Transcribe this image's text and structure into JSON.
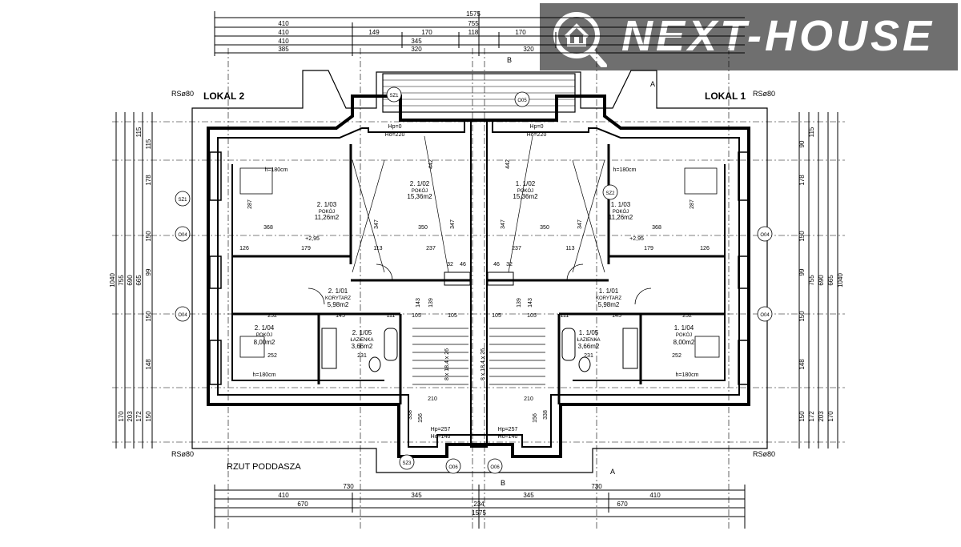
{
  "brand": {
    "name": "NEXT-HOUSE",
    "accent": "#6f6f6f"
  },
  "labels": {
    "lokal2": "LOKAL 2",
    "lokal1": "LOKAL 1",
    "title": "RZUT PODDASZA",
    "rs_tl": "RSø80",
    "rs_tr": "RSø80",
    "rs_bl": "RSø80",
    "rs_br": "RSø80"
  },
  "dims": {
    "top_total": "1575",
    "top_r2a": "410",
    "top_r2b": "755",
    "top_r3": [
      "410",
      "149",
      "170",
      "118",
      "170"
    ],
    "top_r4": [
      "410",
      "345"
    ],
    "top_r5": [
      "385",
      "320",
      "320"
    ],
    "bot_r1": [
      "730",
      "730"
    ],
    "bot_r2": [
      "410",
      "345",
      "345",
      "410"
    ],
    "bot_r3": [
      "670",
      "234",
      "670"
    ],
    "bot_total": "1575",
    "left_total": "1040",
    "left_a": "755",
    "left_b": "690",
    "left_c": "665",
    "left_parts": [
      "115",
      "115",
      "178",
      "150",
      "99",
      "150",
      "148",
      "170",
      "203",
      "172",
      "150"
    ],
    "right_total": "1040",
    "right_a": "665",
    "right_b": "690",
    "right_c": "755",
    "right_parts": [
      "115",
      "90",
      "178",
      "150",
      "99",
      "150",
      "148",
      "150",
      "172",
      "203",
      "170"
    ]
  },
  "rooms": [
    {
      "id": "2. 1/02",
      "name": "POKÓJ",
      "area": "15,36m2"
    },
    {
      "id": "1. 1/02",
      "name": "POKÓJ",
      "area": "15,36m2"
    },
    {
      "id": "2. 1/03",
      "name": "POKÓJ",
      "area": "11,26m2"
    },
    {
      "id": "1. 1/03",
      "name": "POKÓJ",
      "area": "11,26m2"
    },
    {
      "id": "2. 1/01",
      "name": "KORYTARZ",
      "area": "5,98m2"
    },
    {
      "id": "1. 1/01",
      "name": "KORYTARZ",
      "area": "5,98m2"
    },
    {
      "id": "2. 1/04",
      "name": "POKÓJ",
      "area": "8,00m2"
    },
    {
      "id": "1. 1/04",
      "name": "POKÓJ",
      "area": "8,00m2"
    },
    {
      "id": "2. 1/05",
      "name": "ŁAZIENKA",
      "area": "3,66m2"
    },
    {
      "id": "1. 1/05",
      "name": "ŁAZIENKA",
      "area": "3,66m2"
    }
  ],
  "inner": {
    "hp0_l": "Hp=0",
    "ho220_l": "Ho=220",
    "hp0_r": "Hp=0",
    "ho220_r": "Ho=220",
    "d442_l": "442",
    "d442_r": "442",
    "d347_a": "347",
    "d347_b": "347",
    "d347_c": "347",
    "d347_d": "347",
    "d368_l": "368",
    "d368_r": "368",
    "d350_l": "350",
    "d350_r": "350",
    "d237_l": "237",
    "d237_r": "237",
    "d287_l": "287",
    "d287_r": "287",
    "d126_l": "126",
    "d126_r": "126",
    "d179_l": "179",
    "d179_r": "179",
    "d113_l": "113",
    "d113_r": "113",
    "d295_l": "+2,95",
    "d295_r": "+2,95",
    "h180_tl": "h=180cm",
    "h180_tr": "h=180cm",
    "h180_bl": "h=180cm",
    "h180_br": "h=180cm",
    "d252_a": "252",
    "d252_b": "252",
    "d252_c": "252",
    "d252_d": "252",
    "d145_l": "145",
    "d145_r": "145",
    "d231_l": "231",
    "d231_r": "231",
    "d111_l": "111",
    "d111_r": "111",
    "d105_a": "105",
    "d105_b": "105",
    "d105_c": "105",
    "d105_d": "105",
    "d143_l": "143",
    "d143_r": "143",
    "d139_l": "139",
    "d139_r": "139",
    "d210_l": "210",
    "d210_r": "210",
    "d338_l": "338",
    "d338_r": "338",
    "d156_l": "156",
    "d156_r": "156",
    "hp257_l": "Hp=257",
    "ho140_l": "Ho=140",
    "hp257_r": "Hp=257",
    "ho140_r": "Ho=140",
    "d32_l": "32",
    "d46_l": "46",
    "d32_r": "32",
    "d46_r": "46",
    "stairs_l": "8 x 18,4 x 26",
    "stairs_r": "8 x 18,4 x 26",
    "sz1": "SZ1",
    "sz2": "SZ2",
    "sz3": "SZ3",
    "o04": "O04",
    "o05": "O05",
    "o06": "O06",
    "sec_a": "A",
    "sec_b": "B"
  }
}
